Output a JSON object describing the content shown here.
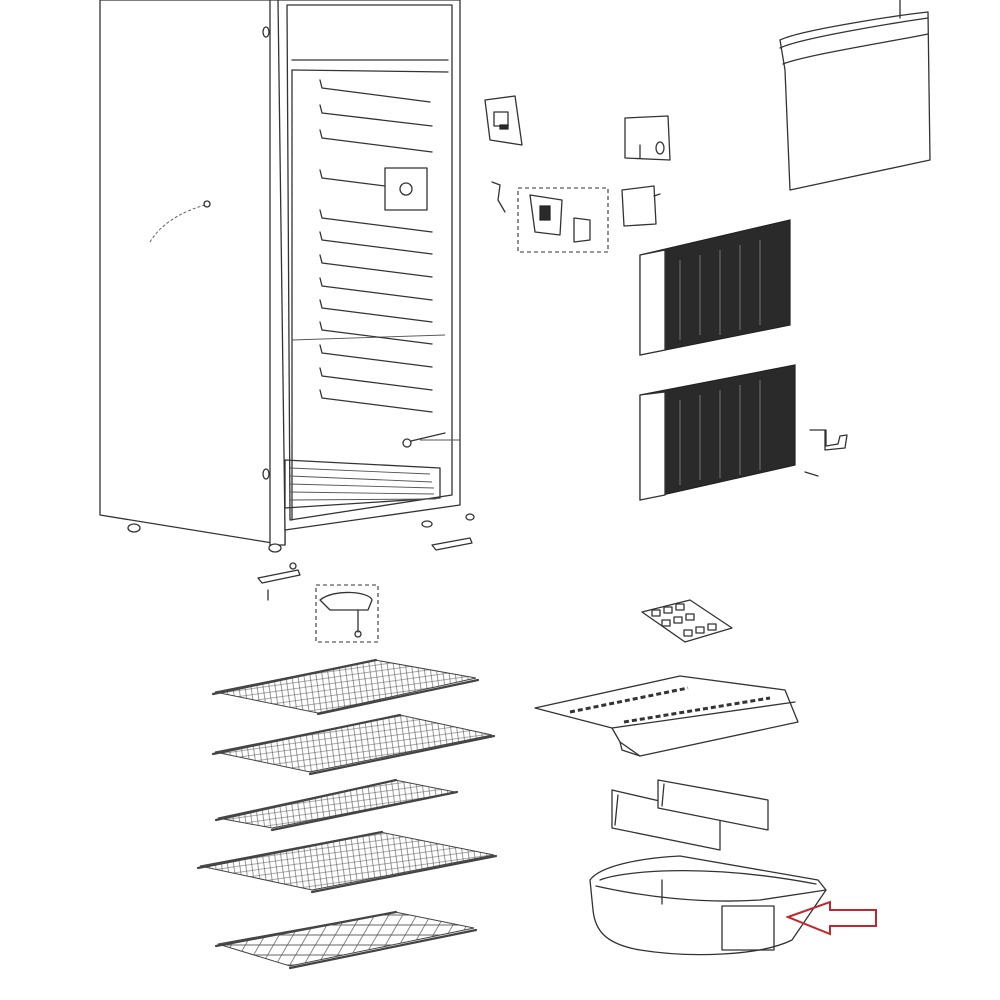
{
  "diagram": {
    "kind": "exploded-parts-view",
    "colors": {
      "line": "#333333",
      "pointer": "#c0282c",
      "fin": "#2a2a2a",
      "background": "#ffffff"
    },
    "parts": [
      "cabinet",
      "inner-liner",
      "door-panel",
      "thermostat-cover",
      "light-cover",
      "thermostat-assembly",
      "relay-box",
      "evaporator-coil-upper",
      "evaporator-coil-lower",
      "hinge-bracket",
      "front-hinge",
      "leveling-foot",
      "wire-shelf-1",
      "wire-shelf-2",
      "wire-shelf-3",
      "wire-shelf-4",
      "wire-shelf-5",
      "ice-tray",
      "crisper-cover",
      "crisper-divider-front",
      "crisper-divider-rear",
      "crisper-drawer"
    ],
    "highlighted_part": "crisper-drawer",
    "pointer_icon": "arrow-left-icon"
  }
}
